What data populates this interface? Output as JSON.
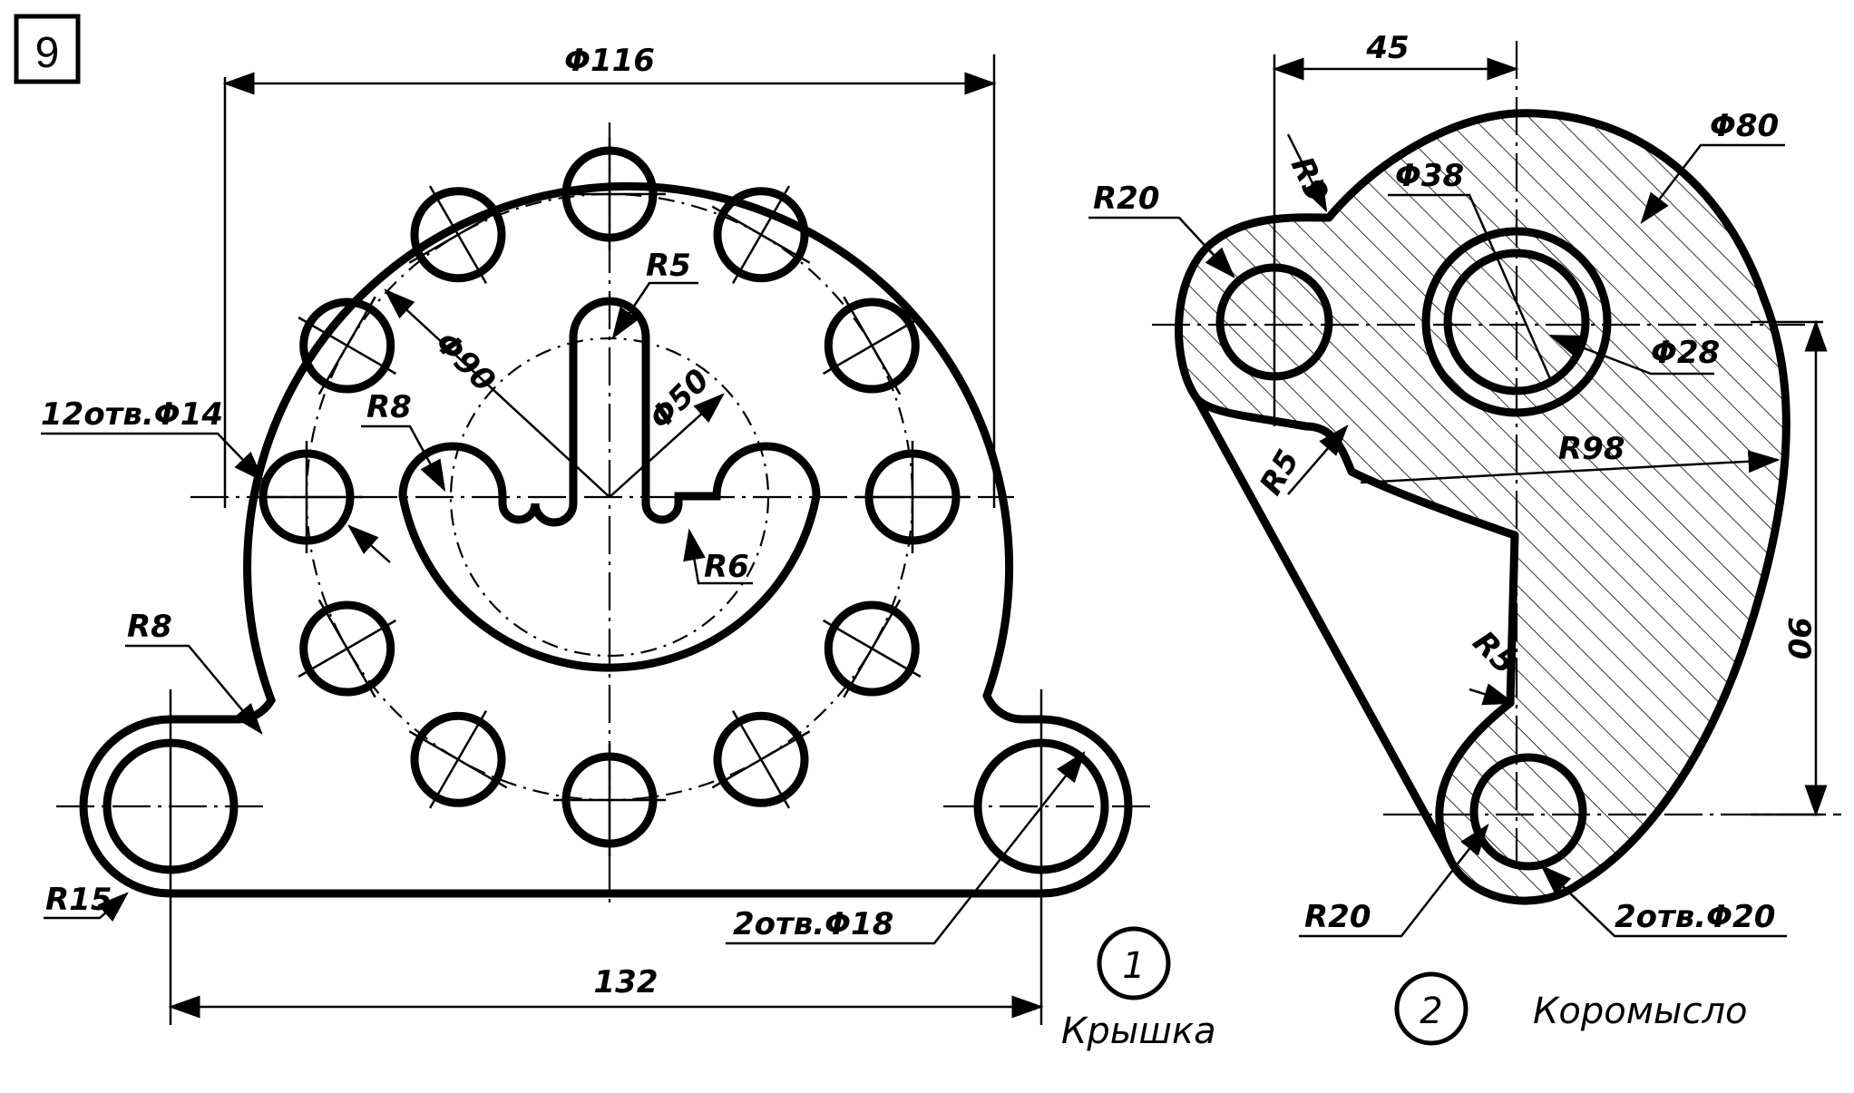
{
  "sheet": {
    "number": "9"
  },
  "part1": {
    "index": "1",
    "name": "Крышка",
    "dims": {
      "outer_diameter": "Φ116",
      "bolt_circle": "Φ90",
      "inner_circle": "Φ50",
      "slot_radius": "R5",
      "fillet_r8_inner": "R8",
      "fillet_r6": "R6",
      "fillet_r8_outer": "R8",
      "lug_radius": "R15",
      "holes12": "12отв.Φ14",
      "holes2": "2отв.Φ18",
      "base_length": "132"
    }
  },
  "part2": {
    "index": "2",
    "name": "Коромысло",
    "dims": {
      "offset": "45",
      "r9": "R9",
      "r20_top": "R20",
      "d38": "Φ38",
      "d80": "Φ80",
      "d28": "Φ28",
      "r5_top": "R5",
      "r98": "R98",
      "h90": "90",
      "r5_bottom": "R5",
      "r20_bottom": "R20",
      "holes2": "2отв.Φ20"
    }
  }
}
